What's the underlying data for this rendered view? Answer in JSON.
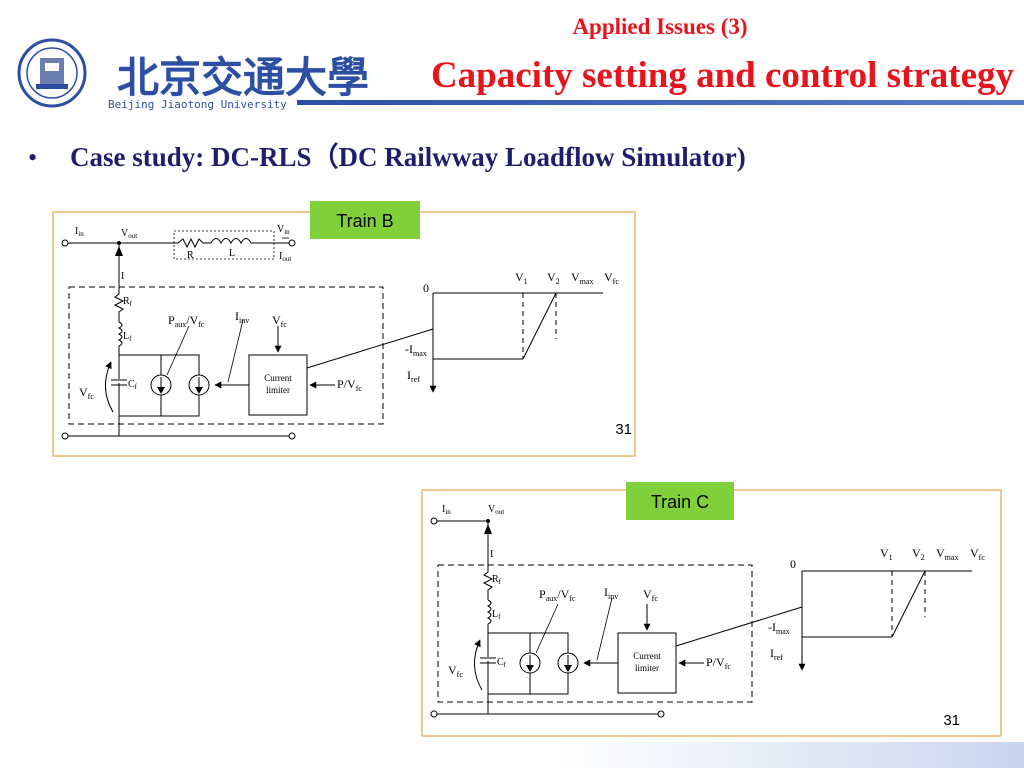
{
  "slide": {
    "university_cn": "北京交通大學",
    "university_en": "Beijing Jiaotong University",
    "supertitle": "Applied Issues (3)",
    "title": "Capacity setting and control strategy",
    "bullet": "Case study: DC-RLS（DC Railwway Loadflow Simulator)",
    "colors": {
      "title_red": "#e8141c",
      "bullet_navy": "#1f1d6e",
      "tag_green": "#7fd03a",
      "frame_orange": "#e9b76a",
      "accent_blue": "#2c4fa3"
    }
  },
  "diagrams": [
    {
      "tag": "Train B",
      "page_number": "31",
      "labels": {
        "i_in": "I",
        "i_in_sub": "in",
        "v_out": "V",
        "v_out_sub": "out",
        "v_in": "V",
        "v_in_sub": "in",
        "i_out": "I",
        "i_out_sub": "out",
        "r": "R",
        "l": "L",
        "i": "I",
        "rf": "R",
        "rf_sub": "f",
        "lf": "L",
        "lf_sub": "f",
        "cf": "C",
        "cf_sub": "f",
        "vfc_left": "V",
        "vfc_left_sub": "fc",
        "paux": "P",
        "paux_sub": "aux",
        "paux_slash": "/V",
        "paux_sub2": "fc",
        "iinv": "I",
        "iinv_sub": "inv",
        "vfc_top": "V",
        "vfc_top_sub": "fc",
        "current_limiter_1": "Current",
        "current_limiter_2": "limiter",
        "pvfc": "P/V",
        "pvfc_sub": "fc",
        "zero": "0",
        "v1": "V",
        "v1_sub": "1",
        "v2": "V",
        "v2_sub": "2",
        "vmax": "V",
        "vmax_sub": "max",
        "vfc_axis": "V",
        "vfc_axis_sub": "fc",
        "imax": "-I",
        "imax_sub": "max",
        "iref": "I",
        "iref_sub": "ref"
      }
    },
    {
      "tag": "Train C",
      "page_number": "31",
      "labels": {
        "i_in": "I",
        "i_in_sub": "in",
        "v_out": "V",
        "v_out_sub": "out",
        "i": "I",
        "rf": "R",
        "rf_sub": "f",
        "lf": "L",
        "lf_sub": "f",
        "cf": "C",
        "cf_sub": "f",
        "vfc_left": "V",
        "vfc_left_sub": "fc",
        "paux": "P",
        "paux_sub": "aux",
        "paux_slash": "/V",
        "paux_sub2": "fc",
        "iinv": "I",
        "iinv_sub": "inv",
        "vfc_top": "V",
        "vfc_top_sub": "fc",
        "current_limiter_1": "Current",
        "current_limiter_2": "limiter",
        "pvfc": "P/V",
        "pvfc_sub": "fc",
        "zero": "0",
        "v1": "V",
        "v1_sub": "1",
        "v2": "V",
        "v2_sub": "2",
        "vmax": "V",
        "vmax_sub": "max",
        "vfc_axis": "V",
        "vfc_axis_sub": "fc",
        "imax": "-I",
        "imax_sub": "max",
        "iref": "I",
        "iref_sub": "ref"
      }
    }
  ]
}
